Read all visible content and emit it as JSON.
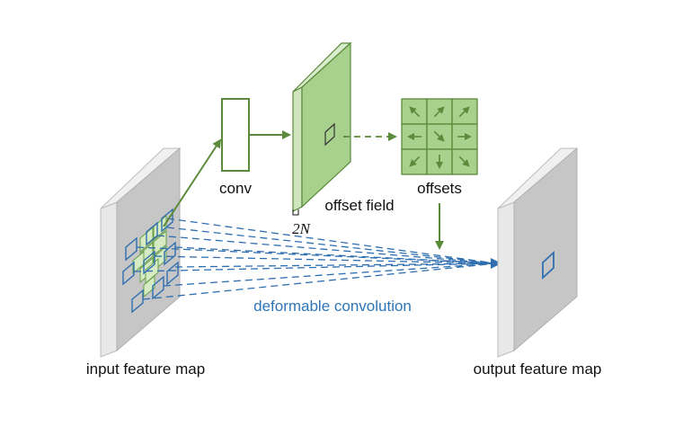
{
  "labels": {
    "conv": "conv",
    "offset_field": "offset field",
    "two_n": "2N",
    "offsets": "offsets",
    "input_map": "input feature map",
    "output_map": "output feature map",
    "deformable_conv": "deformable convolution"
  },
  "colors": {
    "green_stroke": "#5a8a3a",
    "green_fill": "#a8d18d",
    "green_light": "#d9eccc",
    "blue": "#2f6fb0",
    "blue_text": "#2e75b6",
    "gray_face": "#c8c8c8",
    "gray_side": "#e6e6e6"
  },
  "offset_arrows": [
    "up-left",
    "up-right",
    "up-right",
    "left",
    "down-right",
    "right",
    "down-left",
    "down",
    "down-right"
  ],
  "icons": {
    "offset_field_marker": "small-square-icon",
    "output_cell": "small-square-icon"
  }
}
